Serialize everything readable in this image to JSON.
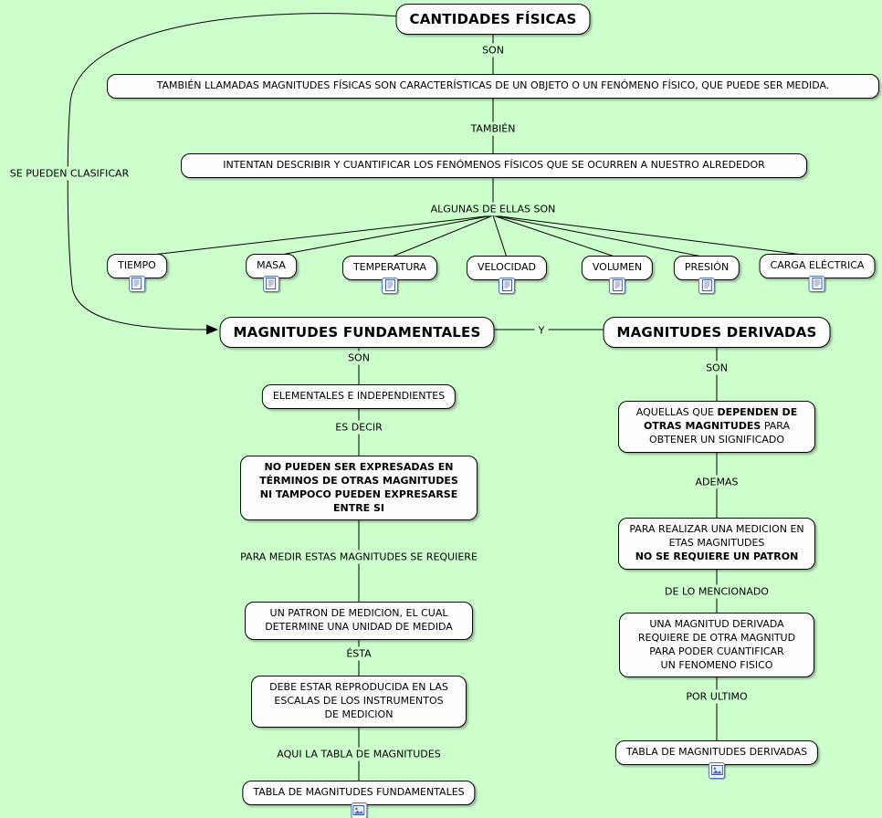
{
  "colors": {
    "background": "#ccffcc",
    "node_fill": "#fdfdfd",
    "node_border": "#000000",
    "connector": "#000000",
    "resource_icon_border": "#4a6fbd"
  },
  "root": {
    "label": "CANTIDADES FÍSICAS"
  },
  "connectors": {
    "son_top": "SON",
    "tambien": "TAMBIÉN",
    "algunas": "ALGUNAS DE ELLAS SON",
    "clasificar": "SE PUEDEN CLASIFICAR",
    "y": "Y",
    "fund_son": "SON",
    "es_decir": "ES DECIR",
    "para_medir": "PARA MEDIR ESTAS MAGNITUDES SE REQUIERE",
    "esta": "ÉSTA",
    "aqui_tabla": "AQUI LA TABLA DE MAGNITUDES",
    "der_son": "SON",
    "ademas": "ADEMAS",
    "de_lo_mencionado": "DE LO MENCIONADO",
    "por_ultimo": "POR ULTIMO"
  },
  "definitions": {
    "def1": "TAMBIÉN LLAMADAS MAGNITUDES FÍSICAS SON CARACTERÍSTICAS DE UN OBJETO O UN FENÓMENO FÍSICO, QUE PUEDE SER MEDIDA.",
    "def2": "INTENTAN DESCRIBIR Y CUANTIFICAR LOS FENÓMENOS FÍSICOS QUE SE OCURREN A NUESTRO ALREDEDOR"
  },
  "quantities": [
    {
      "label": "TIEMPO",
      "icon": "document-resource-icon"
    },
    {
      "label": "MASA",
      "icon": "document-resource-icon"
    },
    {
      "label": "TEMPERATURA",
      "icon": "document-resource-icon"
    },
    {
      "label": "VELOCIDAD",
      "icon": "document-resource-icon"
    },
    {
      "label": "VOLUMEN",
      "icon": "document-resource-icon"
    },
    {
      "label": "PRESIÓN",
      "icon": "document-resource-icon"
    },
    {
      "label": "CARGA ELÉCTRICA",
      "icon": "document-resource-icon"
    }
  ],
  "fundamentales": {
    "title": "MAGNITUDES FUNDAMENTALES",
    "elementales": "ELEMENTALES E INDEPENDIENTES",
    "no_pueden_lines": [
      "NO PUEDEN SER EXPRESADAS EN",
      "TÉRMINOS DE OTRAS MAGNITUDES",
      "NI TAMPOCO PUEDEN EXPRESARSE",
      "ENTRE SI"
    ],
    "patron_lines": [
      "UN PATRON DE MEDICION, EL CUAL",
      "DETERMINE UNA UNIDAD DE MEDIDA"
    ],
    "debe_lines": [
      "DEBE ESTAR REPRODUCIDA EN LAS",
      "ESCALAS DE LOS INSTRUMENTOS",
      "DE MEDICION"
    ],
    "tabla": "TABLA DE MAGNITUDES FUNDAMENTALES",
    "tabla_icon": "image-resource-icon"
  },
  "derivadas": {
    "title": "MAGNITUDES DERIVADAS",
    "aquellas_pre": "AQUELLAS QUE",
    "aquellas_bold": "DEPENDEN DE OTRAS MAGNITUDES",
    "aquellas_post": "PARA OBTENER UN SIGNIFICADO",
    "medicion_pre": "PARA REALIZAR UNA MEDICION EN ETAS MAGNITUDES",
    "medicion_bold": "NO SE REQUIERE UN PATRON",
    "magnitud_lines": [
      "UNA MAGNITUD DERIVADA",
      "REQUIERE DE OTRA MAGNITUD",
      "PARA PODER CUANTIFICAR",
      "UN FENOMENO FISICO"
    ],
    "tabla": "TABLA DE MAGNITUDES DERIVADAS",
    "tabla_icon": "image-resource-icon"
  }
}
